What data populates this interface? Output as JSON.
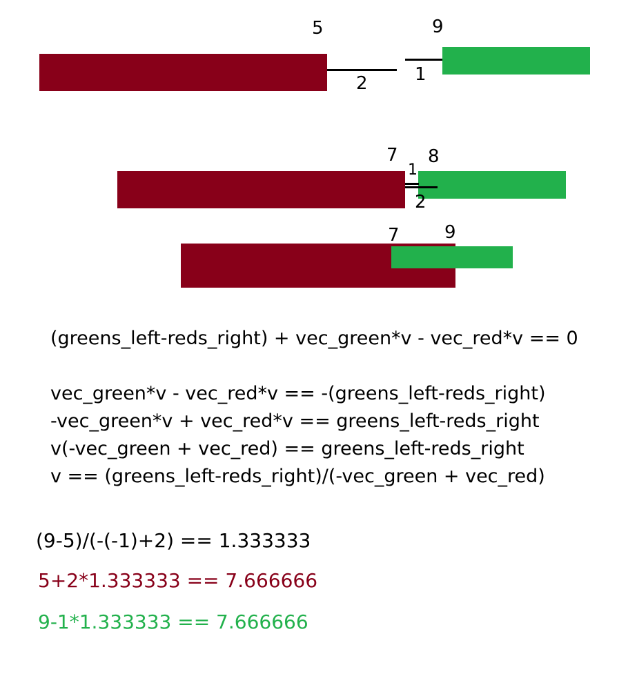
{
  "colors": {
    "red": "#880019",
    "green": "#22b14c",
    "line": "#000000",
    "text": "#000000"
  },
  "scene1": {
    "red_right_label": "5",
    "green_left_label": "9",
    "red_speed_label": "2",
    "green_speed_label": "1"
  },
  "scene2": {
    "red_right_label": "7",
    "green_left_label": "8",
    "green_speed_label": "1",
    "red_speed_label": "2"
  },
  "scene3": {
    "green_left_label": "7",
    "red_right_label": "9"
  },
  "equations": [
    "(greens_left-reds_right) + vec_green*v - vec_red*v == 0",
    "vec_green*v - vec_red*v == -(greens_left-reds_right)",
    "-vec_green*v + vec_red*v == greens_left-reds_right",
    "v(-vec_green + vec_red) == greens_left-reds_right",
    "v == (greens_left-reds_right)/(-vec_green + vec_red)"
  ],
  "calculations": {
    "time": "(9-5)/(-(-1)+2) == 1.333333",
    "red_position": "5+2*1.333333 == 7.666666",
    "green_position": "9-1*1.333333 == 7.666666"
  }
}
